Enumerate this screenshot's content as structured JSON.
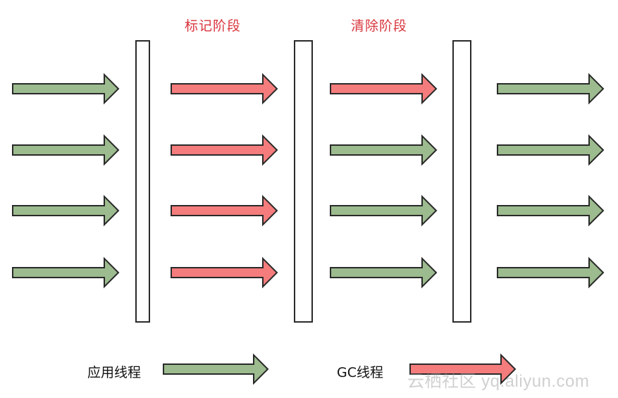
{
  "phases": {
    "mark": "标记阶段",
    "sweep": "清除阶段"
  },
  "legend": {
    "app_thread": "应用线程",
    "gc_thread": "GC线程"
  },
  "watermark": "云栖社区 yq.aliyun.com",
  "colors": {
    "app_thread_fill": "#9cbb8e",
    "gc_thread_fill": "#f47c7c",
    "stroke": "#2a2a2a",
    "phase_label": "#d9363e"
  },
  "lanes": [
    {
      "name": "before-pause",
      "threads": [
        "app",
        "app",
        "app",
        "app"
      ]
    },
    {
      "name": "mark-phase",
      "threads": [
        "gc",
        "gc",
        "gc",
        "gc"
      ]
    },
    {
      "name": "sweep-phase",
      "threads": [
        "gc",
        "app",
        "app",
        "app"
      ]
    },
    {
      "name": "after-pause",
      "threads": [
        "app",
        "app",
        "app",
        "app"
      ]
    }
  ]
}
